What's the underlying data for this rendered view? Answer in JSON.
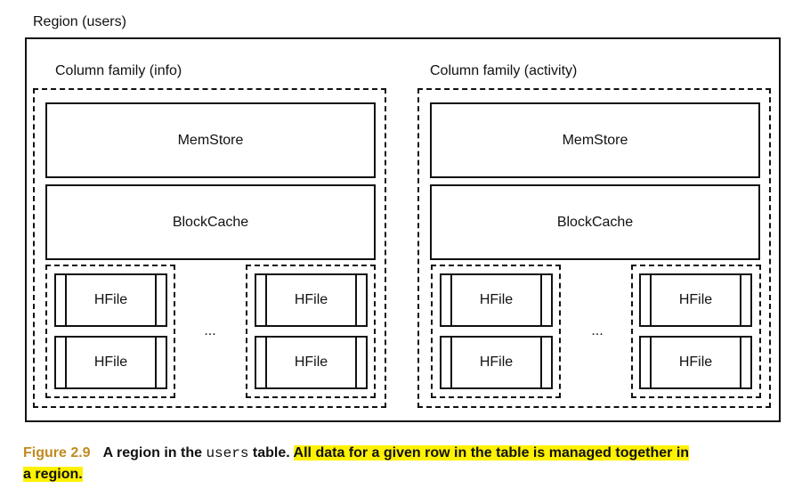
{
  "region_label": "Region (users)",
  "families": [
    {
      "label": "Column family (info)",
      "memstore": "MemStore",
      "blockcache": "BlockCache",
      "hfiles": [
        "HFile",
        "HFile",
        "HFile",
        "HFile"
      ],
      "ellipsis": "..."
    },
    {
      "label": "Column family (activity)",
      "memstore": "MemStore",
      "blockcache": "BlockCache",
      "hfiles": [
        "HFile",
        "HFile",
        "HFile",
        "HFile"
      ],
      "ellipsis": "..."
    }
  ],
  "caption": {
    "figure_number": "Figure 2.9",
    "text_before": "A region in the ",
    "code": "users",
    "text_after": " table. ",
    "highlight_line1": "All data for a given row in the table is managed together in",
    "highlight_line2": "a region."
  },
  "colors": {
    "figure_number": "#c08a1e",
    "highlight": "#fff200"
  }
}
